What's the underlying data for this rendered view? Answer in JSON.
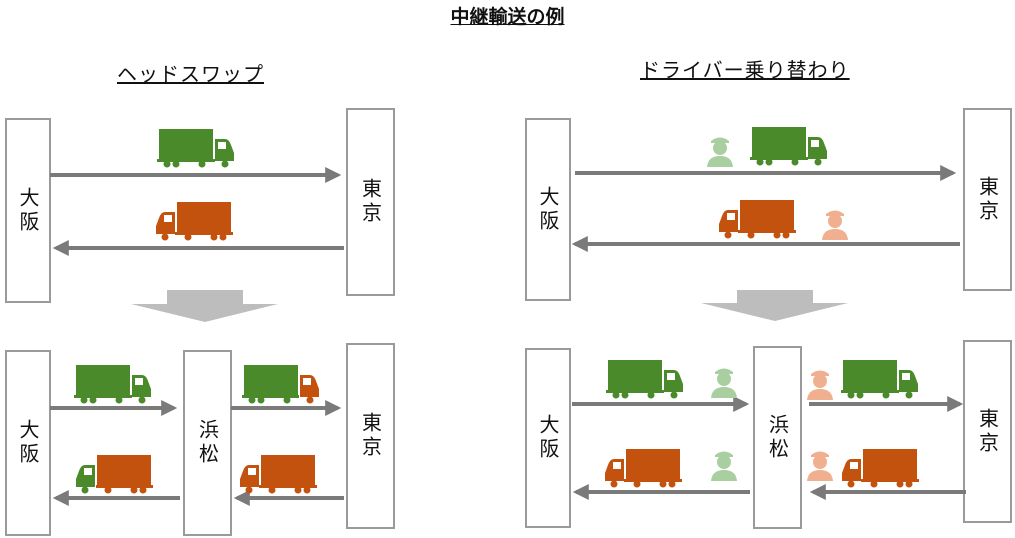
{
  "title": "中継輸送の例",
  "left_panel": {
    "heading": "ヘッドスワップ",
    "top": {
      "origin": "大阪",
      "destination": "東京"
    },
    "bottom": {
      "origin": "大阪",
      "relay": "浜松",
      "destination": "東京"
    }
  },
  "right_panel": {
    "heading": "ドライバー乗り替わり",
    "top": {
      "origin": "大阪",
      "destination": "東京"
    },
    "bottom": {
      "origin": "大阪",
      "relay": "浜松",
      "destination": "東京"
    }
  },
  "colors": {
    "green": "#4a8a2a",
    "orange": "#c4520f",
    "arrow": "#7a7a7a",
    "transition": "#bdbdbd",
    "box_border": "#9a9a9a",
    "driver_green": "#a9cfa0",
    "driver_orange": "#f0b090"
  }
}
